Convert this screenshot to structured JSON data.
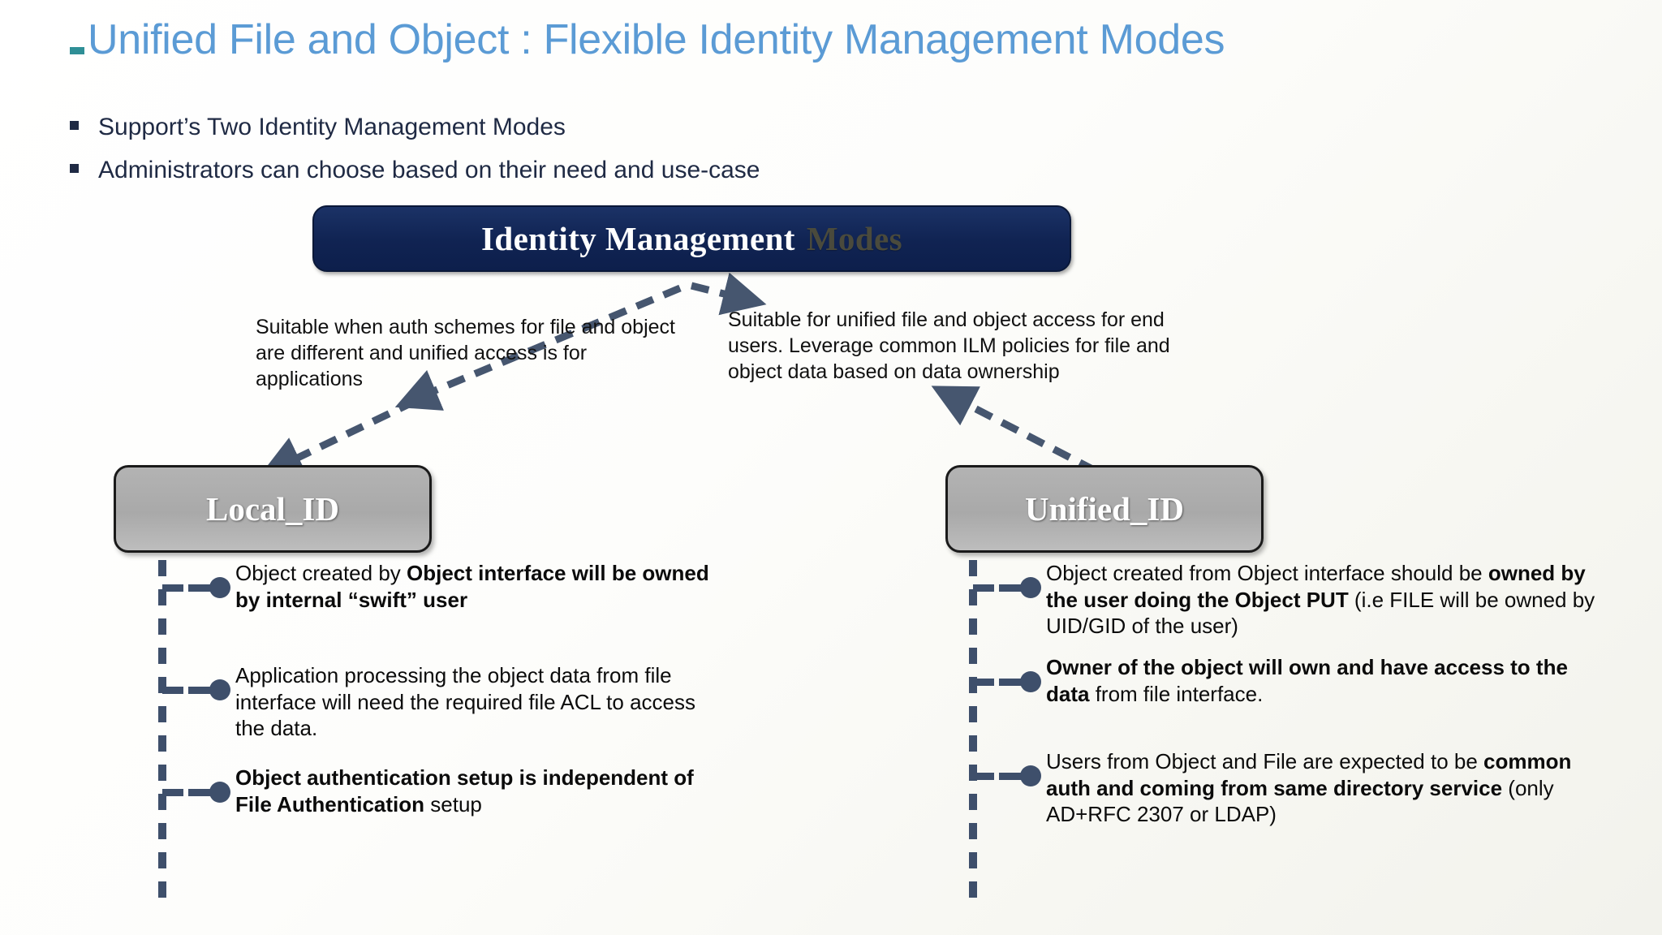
{
  "slide": {
    "title": "Unified File and Object : Flexible Identity Management Modes",
    "title_color": "#5b9bd5",
    "accent_dash_color": "#2f8f96",
    "background": "#ffffff"
  },
  "bullets": [
    "Support’s Two Identity Management Modes",
    " Administrators can choose based on their need and use-case"
  ],
  "diagram": {
    "root": {
      "label_main": "Identity Management",
      "label_faded": "Modes",
      "fill": "#102352",
      "text_color": "#ffffff",
      "faded_color": "#4a4a3c"
    },
    "branches": [
      {
        "id": "local",
        "box_label": "Local_ID",
        "box_fill": "#a9a9a9",
        "box_text_color": "#ffffff",
        "callout": "Suitable when auth schemes for file and object are different and unified access is for applications",
        "details": [
          {
            "segments": [
              {
                "text": "Object created by ",
                "bold": false
              },
              {
                "text": "Object interface will be owned by internal “swift” user",
                "bold": true
              }
            ]
          },
          {
            "segments": [
              {
                "text": "Application processing the object data from file interface will need the required file ACL to access the data.",
                "bold": false
              }
            ]
          },
          {
            "segments": [
              {
                "text": "Object authentication setup is independent of File Authentication ",
                "bold": true
              },
              {
                "text": "setup",
                "bold": false
              }
            ]
          }
        ]
      },
      {
        "id": "unified",
        "box_label": "Unified_ID",
        "box_fill": "#a9a9a9",
        "box_text_color": "#ffffff",
        "callout": "Suitable for unified file and object access for end users. Leverage common ILM policies for file and object data based on data ownership",
        "details": [
          {
            "segments": [
              {
                "text": "Object created from Object interface should be ",
                "bold": false
              },
              {
                "text": "owned by the user doing the Object PUT",
                "bold": true
              },
              {
                "text": " (i.e FILE will be owned by UID/GID of the user)",
                "bold": false
              }
            ]
          },
          {
            "segments": [
              {
                "text": "Owner of the object will own and have access to the data",
                "bold": true
              },
              {
                "text": " from file interface.",
                "bold": false
              }
            ]
          },
          {
            "segments": [
              {
                "text": "Users from Object and File are expected to be ",
                "bold": false
              },
              {
                "text": "common auth and coming from same directory service",
                "bold": true
              },
              {
                "text": " (only AD+RFC 2307 or LDAP)",
                "bold": false
              }
            ]
          }
        ]
      }
    ],
    "connector_color": "#3e4f6b",
    "arrow_style": "dashed"
  }
}
